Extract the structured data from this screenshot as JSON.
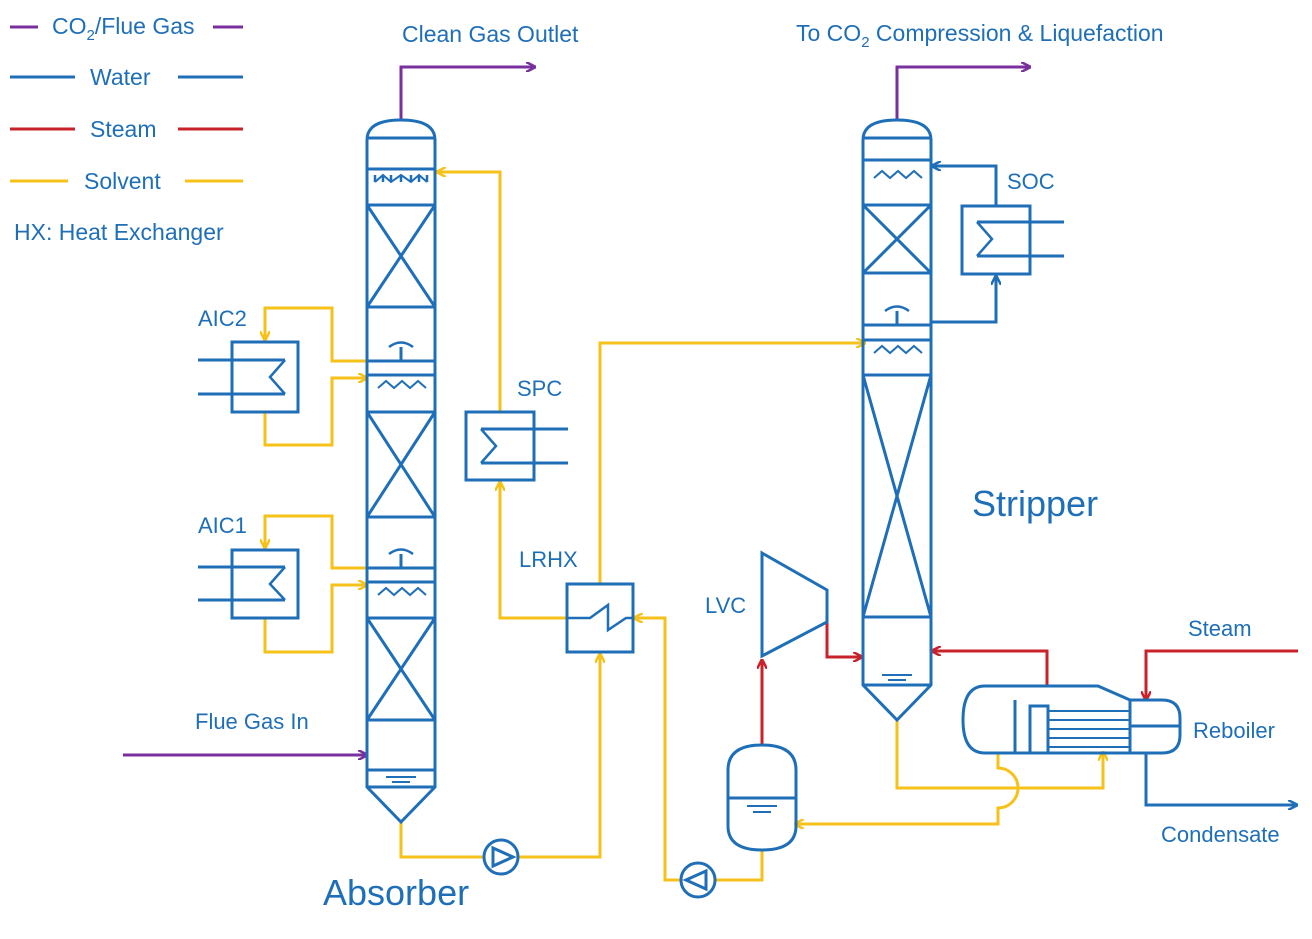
{
  "legend": {
    "flue_gas_label": "CO",
    "flue_gas_sub": "2",
    "flue_gas_rest": "/Flue Gas",
    "water_label": "Water",
    "steam_label": "Steam",
    "solvent_label": "Solvent",
    "hx_note": "HX: Heat Exchanger"
  },
  "labels": {
    "clean_gas_outlet": "Clean Gas Outlet",
    "to_co2_prefix": "To CO",
    "to_co2_sub": "2",
    "to_co2_rest": " Compression & Liquefaction",
    "aic2": "AIC2",
    "aic1": "AIC1",
    "spc": "SPC",
    "lrhx": "LRHX",
    "lvc": "LVC",
    "soc": "SOC",
    "stripper": "Stripper",
    "absorber": "Absorber",
    "flue_gas_in": "Flue Gas In",
    "steam": "Steam",
    "reboiler": "Reboiler",
    "condensate": "Condensate"
  },
  "colors": {
    "equipment_blue": "#1f6fb8",
    "co2_flue_gas": "#7a2f9e",
    "water": "#1f6fb8",
    "steam": "#c8222b",
    "solvent": "#f6c21a"
  }
}
